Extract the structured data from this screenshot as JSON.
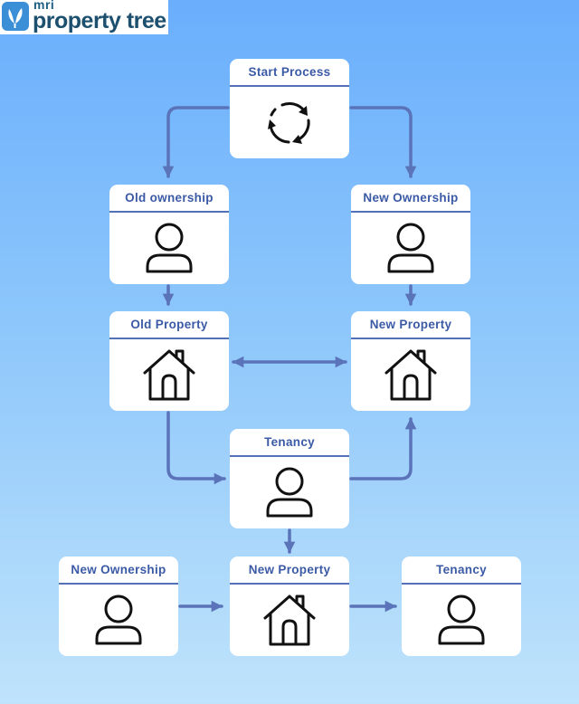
{
  "logo": {
    "small": "mri",
    "main": "property tree"
  },
  "icons": {
    "process": "refresh-cycle-icon",
    "person": "person-icon",
    "house": "house-icon"
  },
  "colors": {
    "arrow": "#5a73b9",
    "title": "#3b5aa6",
    "card": "#ffffff"
  },
  "nodes": {
    "start": {
      "title": "Start Process",
      "icon": "process"
    },
    "old_ownership": {
      "title": "Old ownership",
      "icon": "person"
    },
    "new_ownership_top": {
      "title": "New Ownership",
      "icon": "person"
    },
    "old_property": {
      "title": "Old Property",
      "icon": "house"
    },
    "new_property_top": {
      "title": "New Property",
      "icon": "house"
    },
    "tenancy_mid": {
      "title": "Tenancy",
      "icon": "person"
    },
    "new_ownership_bottom": {
      "title": "New Ownership",
      "icon": "person"
    },
    "new_property_bottom": {
      "title": "New Property",
      "icon": "house"
    },
    "tenancy_bottom": {
      "title": "Tenancy",
      "icon": "person"
    }
  },
  "edges": [
    {
      "from": "start",
      "to": "old_ownership"
    },
    {
      "from": "start",
      "to": "new_ownership_top"
    },
    {
      "from": "old_ownership",
      "to": "old_property"
    },
    {
      "from": "new_ownership_top",
      "to": "new_property_top"
    },
    {
      "from": "old_property",
      "to": "new_property_top",
      "bidirectional": true
    },
    {
      "from": "old_property",
      "to": "tenancy_mid"
    },
    {
      "from": "tenancy_mid",
      "to": "new_property_top"
    },
    {
      "from": "tenancy_mid",
      "to": "new_property_bottom"
    },
    {
      "from": "new_ownership_bottom",
      "to": "new_property_bottom"
    },
    {
      "from": "new_property_bottom",
      "to": "tenancy_bottom"
    }
  ]
}
